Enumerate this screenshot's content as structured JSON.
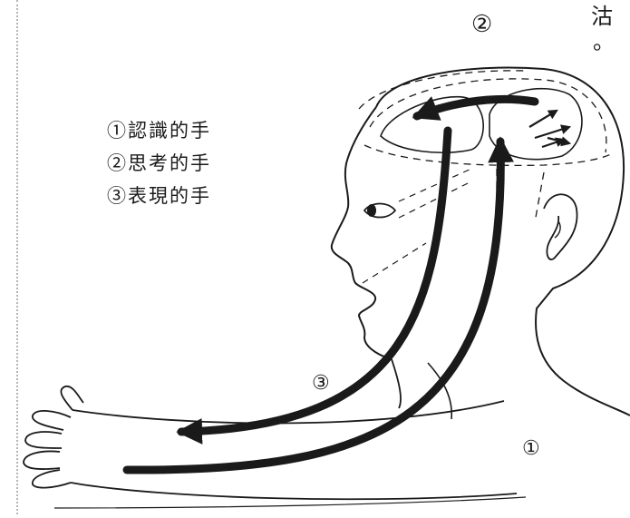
{
  "legend": [
    {
      "mark": "①",
      "text": "認識的手"
    },
    {
      "mark": "②",
      "text": "思考的手"
    },
    {
      "mark": "③",
      "text": "表現的手"
    }
  ],
  "labels": {
    "brain": "②",
    "output_arm": "③",
    "input_arm": "①"
  },
  "page_margin": {
    "char": "沽",
    "period": "。"
  },
  "colors": {
    "ink": "#1a1a1a",
    "paper": "#ffffff"
  }
}
